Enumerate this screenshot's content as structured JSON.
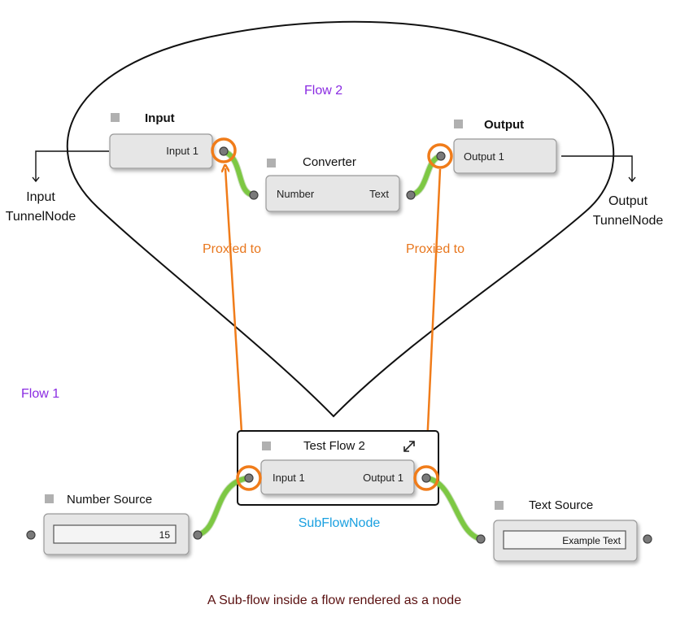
{
  "flow2_label": "Flow 2",
  "flow1_label": "Flow 1",
  "input_node": {
    "title": "Input",
    "port": "Input 1"
  },
  "converter_node": {
    "title": "Converter",
    "input_port": "Number",
    "output_port": "Text"
  },
  "output_node": {
    "title": "Output",
    "port": "Output 1"
  },
  "input_tunnel_label": [
    "Input",
    "TunnelNode"
  ],
  "output_tunnel_label": [
    "Output",
    "TunnelNode"
  ],
  "proxied_label_left": "Proxied to",
  "proxied_label_right": "Proxied to",
  "subflow_node": {
    "title": "Test Flow 2",
    "input_port": "Input 1",
    "output_port": "Output 1",
    "expand_icon": "expand-icon"
  },
  "subflow_label": "SubFlowNode",
  "number_source": {
    "title": "Number Source",
    "value": "15"
  },
  "text_source": {
    "title": "Text Source",
    "value": "Example Text"
  },
  "caption": "A Sub-flow inside a flow rendered as a node",
  "colors": {
    "orange": "#f07c1a",
    "wire_green": "#7dc843",
    "flow_purple": "#8a2be2",
    "subflow_blue": "#1aa0e0"
  }
}
